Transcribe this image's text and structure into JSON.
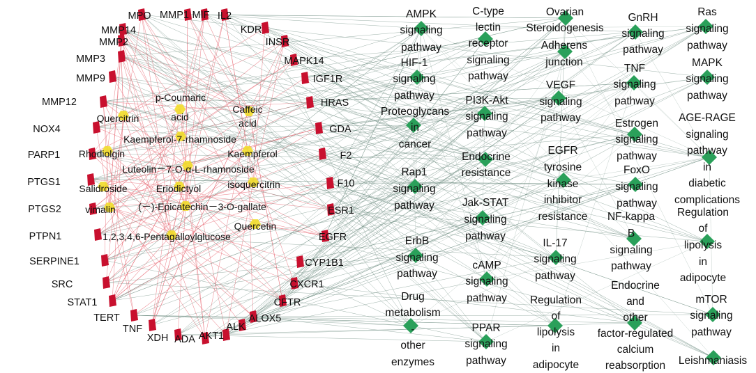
{
  "colors": {
    "target": "#c8102e",
    "compound": "#f2dd2a",
    "pathway": "#2aa05a",
    "compound_edge": "#e8707a",
    "pathway_edge": "#6d8c80",
    "text": "#111111"
  },
  "targets": [
    "MPO",
    "MMP1",
    "MIF",
    "IL2",
    "MMP14",
    "MMP2",
    "MMP3",
    "MMP9",
    "MMP12",
    "NOX4",
    "PARP1",
    "PTGS1",
    "PTGS2",
    "PTPN1",
    "SERPINE1",
    "SRC",
    "STAT1",
    "TERT",
    "TNF",
    "XDH",
    "ADA",
    "AKT1",
    "ALK",
    "ALOX5",
    "CFTR",
    "CXCR1",
    "CYP1B1",
    "EGFR",
    "ESR1",
    "F10",
    "F2",
    "GDA",
    "HRAS",
    "IGF1R",
    "MAPK14",
    "INSR",
    "KDR"
  ],
  "compounds": [
    "p-Coumaric acid",
    "Caffeic acid",
    "Quercitrin",
    "Kaempferol-7-rhamnoside",
    "Rhodiolgin",
    "Kaempferol",
    "Luteolin－7-O-α-L-rhamnoside",
    "Salidroside",
    "Eriodictyol",
    "isoquercitrin",
    "vimalin",
    "(－)-Epicatechin－3-O-gallate",
    "1,2,3,4,6-Pentagalloylglucose",
    "Quercetin"
  ],
  "pathways": [
    "AMPK signaling pathway",
    "C-type lectin receptor signaling pathway",
    "Ovarian Steroidogenesis",
    "GnRH signaling pathway",
    "Ras signaling pathway",
    "HIF-1 signaling pathway",
    "Adherens junction",
    "TNF signaling pathway",
    "MAPK signaling pathway",
    "Proteoglycans in cancer",
    "PI3K-Akt signaling pathway",
    "VEGF signaling pathway",
    "Estrogen signaling pathway",
    "AGE-RAGE signaling pathway in diabetic complications",
    "Rap1 signaling pathway",
    "Endocrine resistance",
    "EGFR tyrosine kinase inhibitor resistance",
    "FoxO signaling pathway",
    "Jak-STAT signaling pathway",
    "NF-kappa B signaling pathway",
    "Regulation of lipolysis in adipocyte",
    "ErbB signaling pathway",
    "IL-17 signaling pathway",
    "cAMP signaling pathway",
    "Endocrine and other factor-regulated calcium reabsorption",
    "mTOR signaling pathway",
    "Drug metabolism - other enzymes",
    "PPAR signaling pathway",
    "Regulation of lipolysis in adipocyte",
    "Leishmaniasis"
  ]
}
